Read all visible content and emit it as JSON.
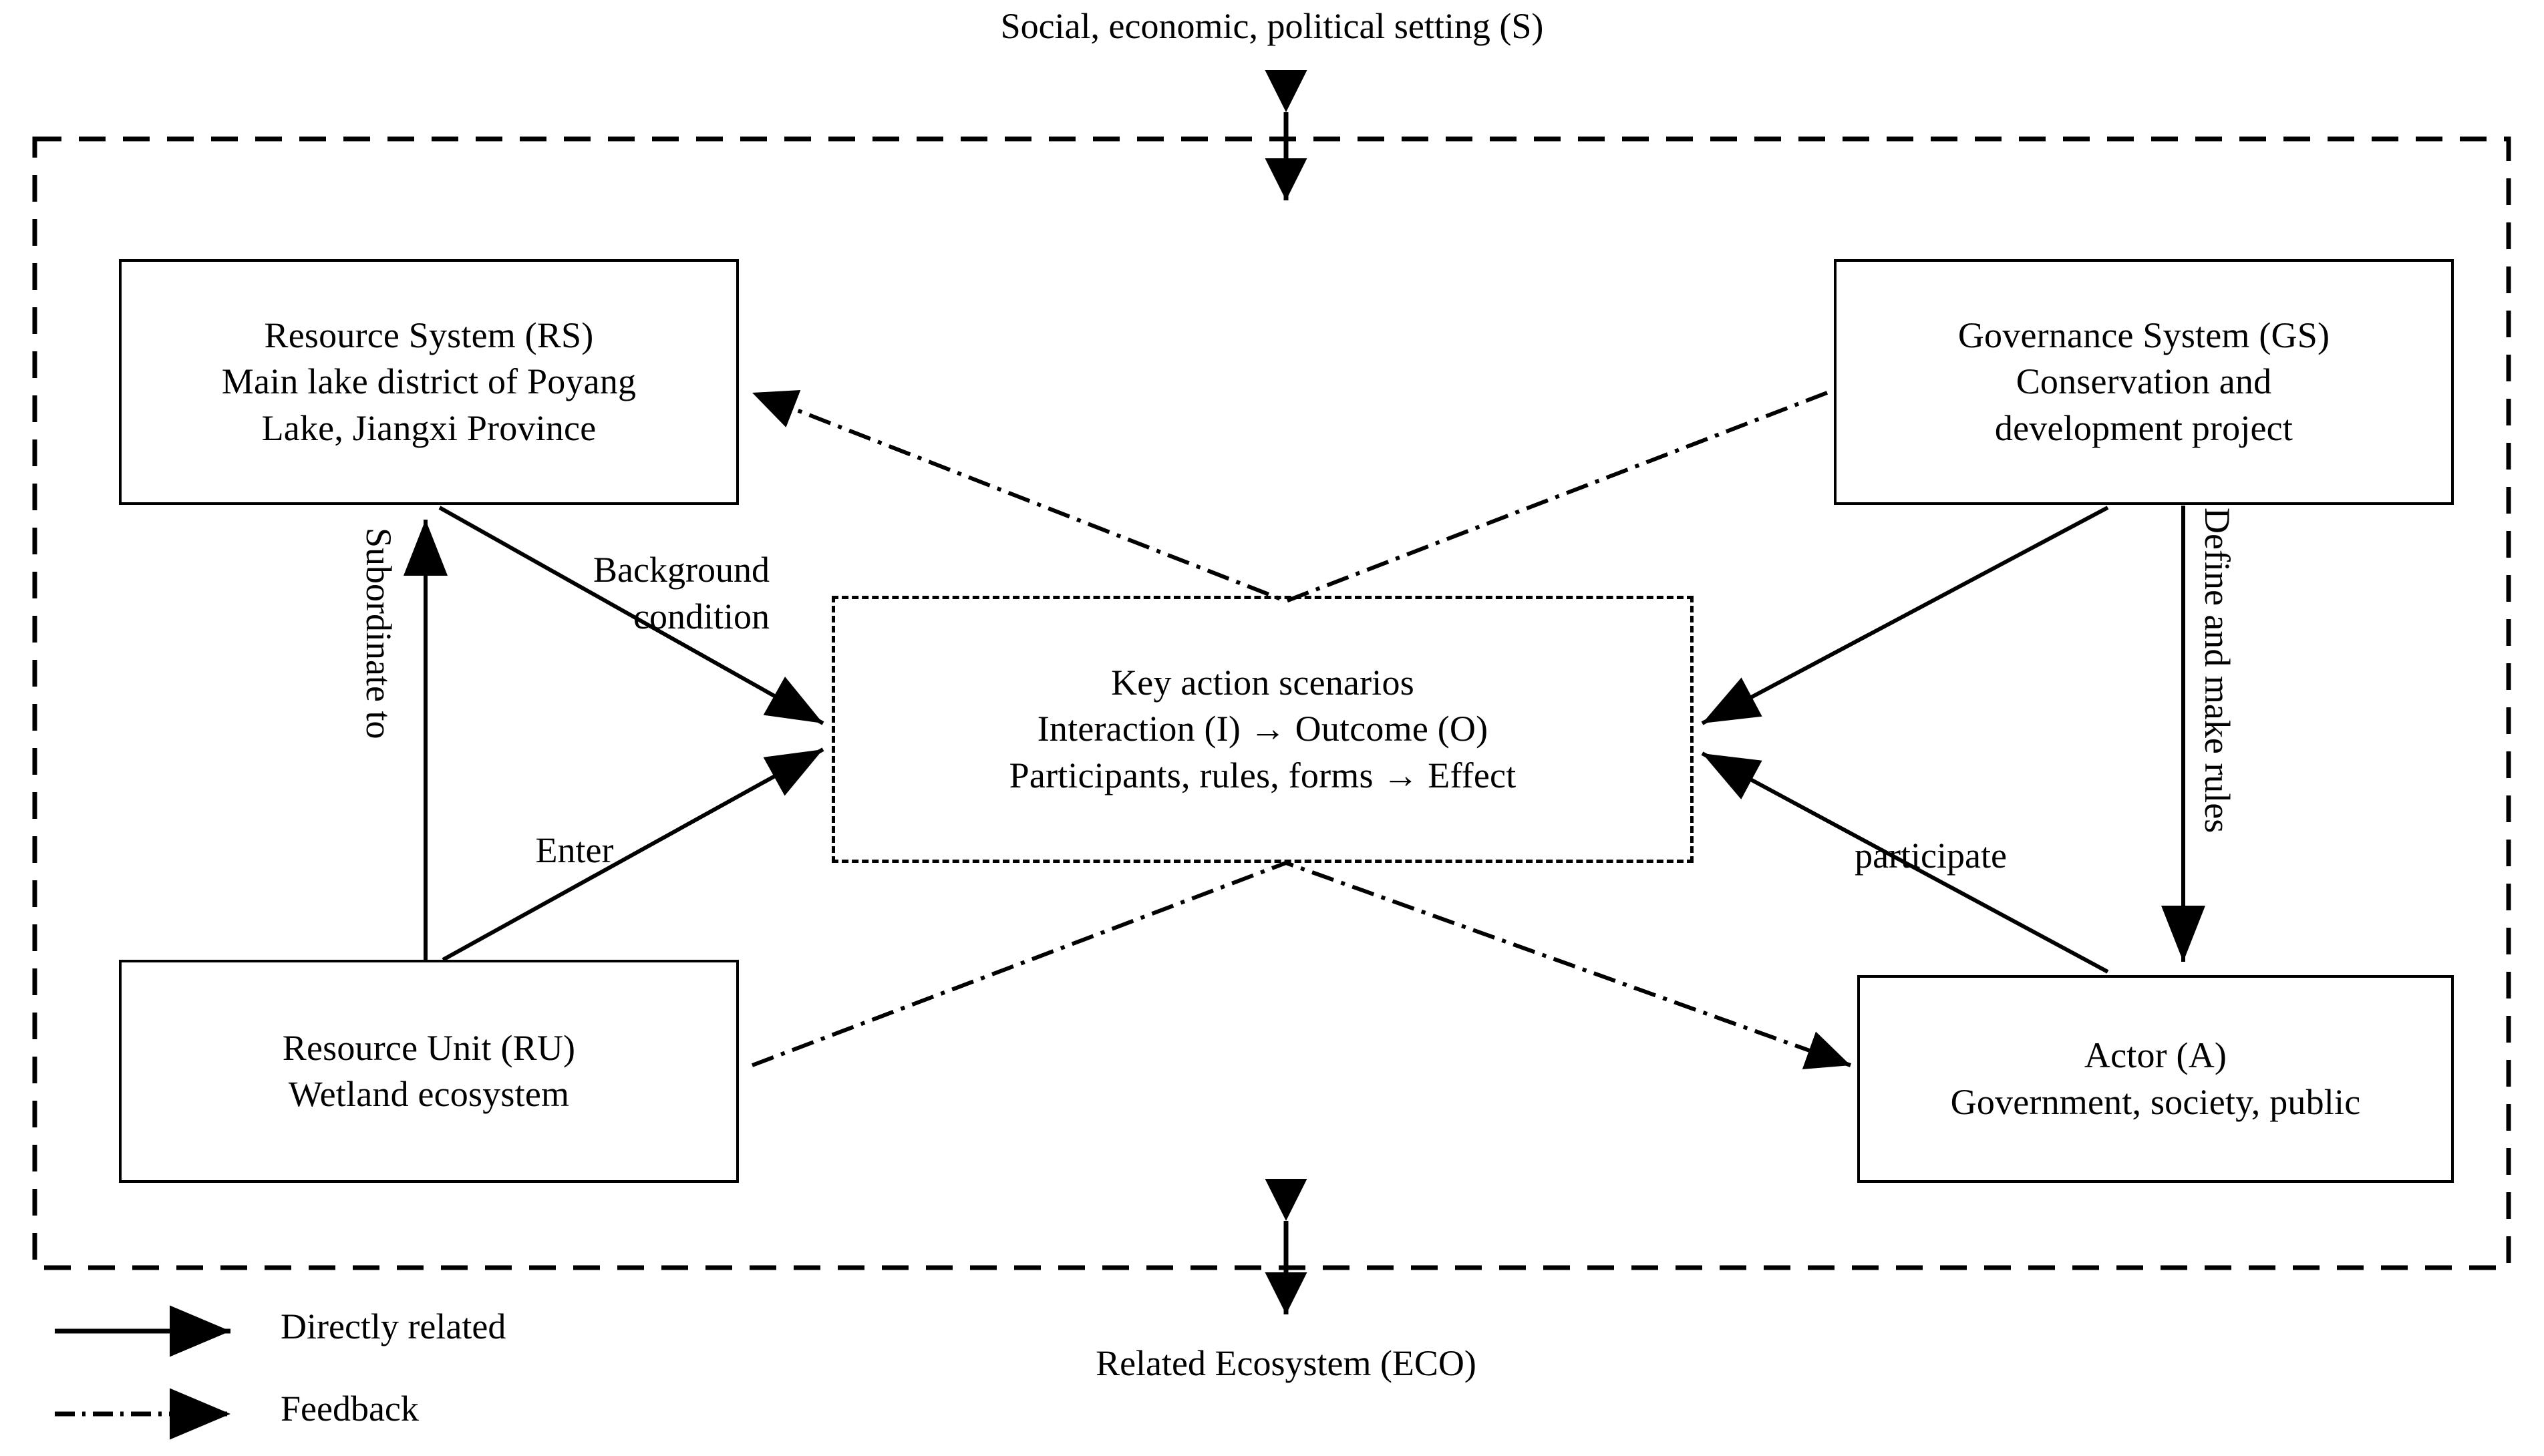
{
  "figure": {
    "top_caption": "Social, economic, political setting (S)",
    "bottom_caption": "Related Ecosystem (ECO)"
  },
  "nodes": {
    "resource_system": {
      "name": "Resource System (RS)",
      "lines": [
        "Resource System (RS)",
        "Main lake district of Poyang",
        "Lake, Jiangxi Province"
      ]
    },
    "governance_system": {
      "name": "Governance System (GS)",
      "lines": [
        "Governance System (GS)",
        "Conservation and",
        "development project"
      ]
    },
    "key_action": {
      "name": "Key action scenarios",
      "lines": [
        "Key action scenarios",
        "Interaction (I) → Outcome (O)",
        "Participants, rules, forms → Effect"
      ]
    },
    "resource_unit": {
      "name": "Resource Unit (RU)",
      "lines": [
        "Resource Unit (RU)",
        "Wetland ecosystem"
      ]
    },
    "actor": {
      "name": "Actor (A)",
      "lines": [
        "Actor (A)",
        "Government, society, public"
      ]
    }
  },
  "edge_labels": {
    "background_condition_line1": "Background",
    "background_condition_line2": "condition",
    "subordinate_to": "Subordinate to",
    "enter": "Enter",
    "participate": "participate",
    "define_and_make_rules": "Define and make rules"
  },
  "legend": {
    "items": [
      {
        "style": "solid-arrow",
        "label": "Directly related"
      },
      {
        "style": "dash-dot-arrow",
        "label": "Feedback"
      }
    ]
  },
  "colors": {
    "stroke": "#000000",
    "background": "#ffffff"
  },
  "chart_data": {
    "type": "diagram",
    "title": "SES framework for Poyang Lake wetland",
    "outer_frame": "dashed",
    "node_ids": [
      "RS",
      "GS",
      "I/O",
      "RU",
      "A"
    ],
    "edges": [
      {
        "from": "RU",
        "to": "RS",
        "label": "Subordinate to",
        "style": "solid"
      },
      {
        "from": "RS",
        "to": "I/O",
        "label": "Background condition",
        "style": "solid"
      },
      {
        "from": "RU",
        "to": "I/O",
        "label": "Enter",
        "style": "solid"
      },
      {
        "from": "GS",
        "to": "I/O",
        "label": "",
        "style": "solid"
      },
      {
        "from": "A",
        "to": "I/O",
        "label": "participate",
        "style": "solid"
      },
      {
        "from": "GS",
        "to": "A",
        "label": "Define and make rules",
        "style": "solid"
      },
      {
        "from": "GS",
        "to": "RS",
        "label": "",
        "style": "dash-dot"
      },
      {
        "from": "RU",
        "to": "A",
        "label": "",
        "style": "dash-dot"
      },
      {
        "from": "S",
        "to": "frame",
        "label": "",
        "style": "double-arrow"
      },
      {
        "from": "ECO",
        "to": "frame",
        "label": "",
        "style": "double-arrow"
      }
    ]
  }
}
